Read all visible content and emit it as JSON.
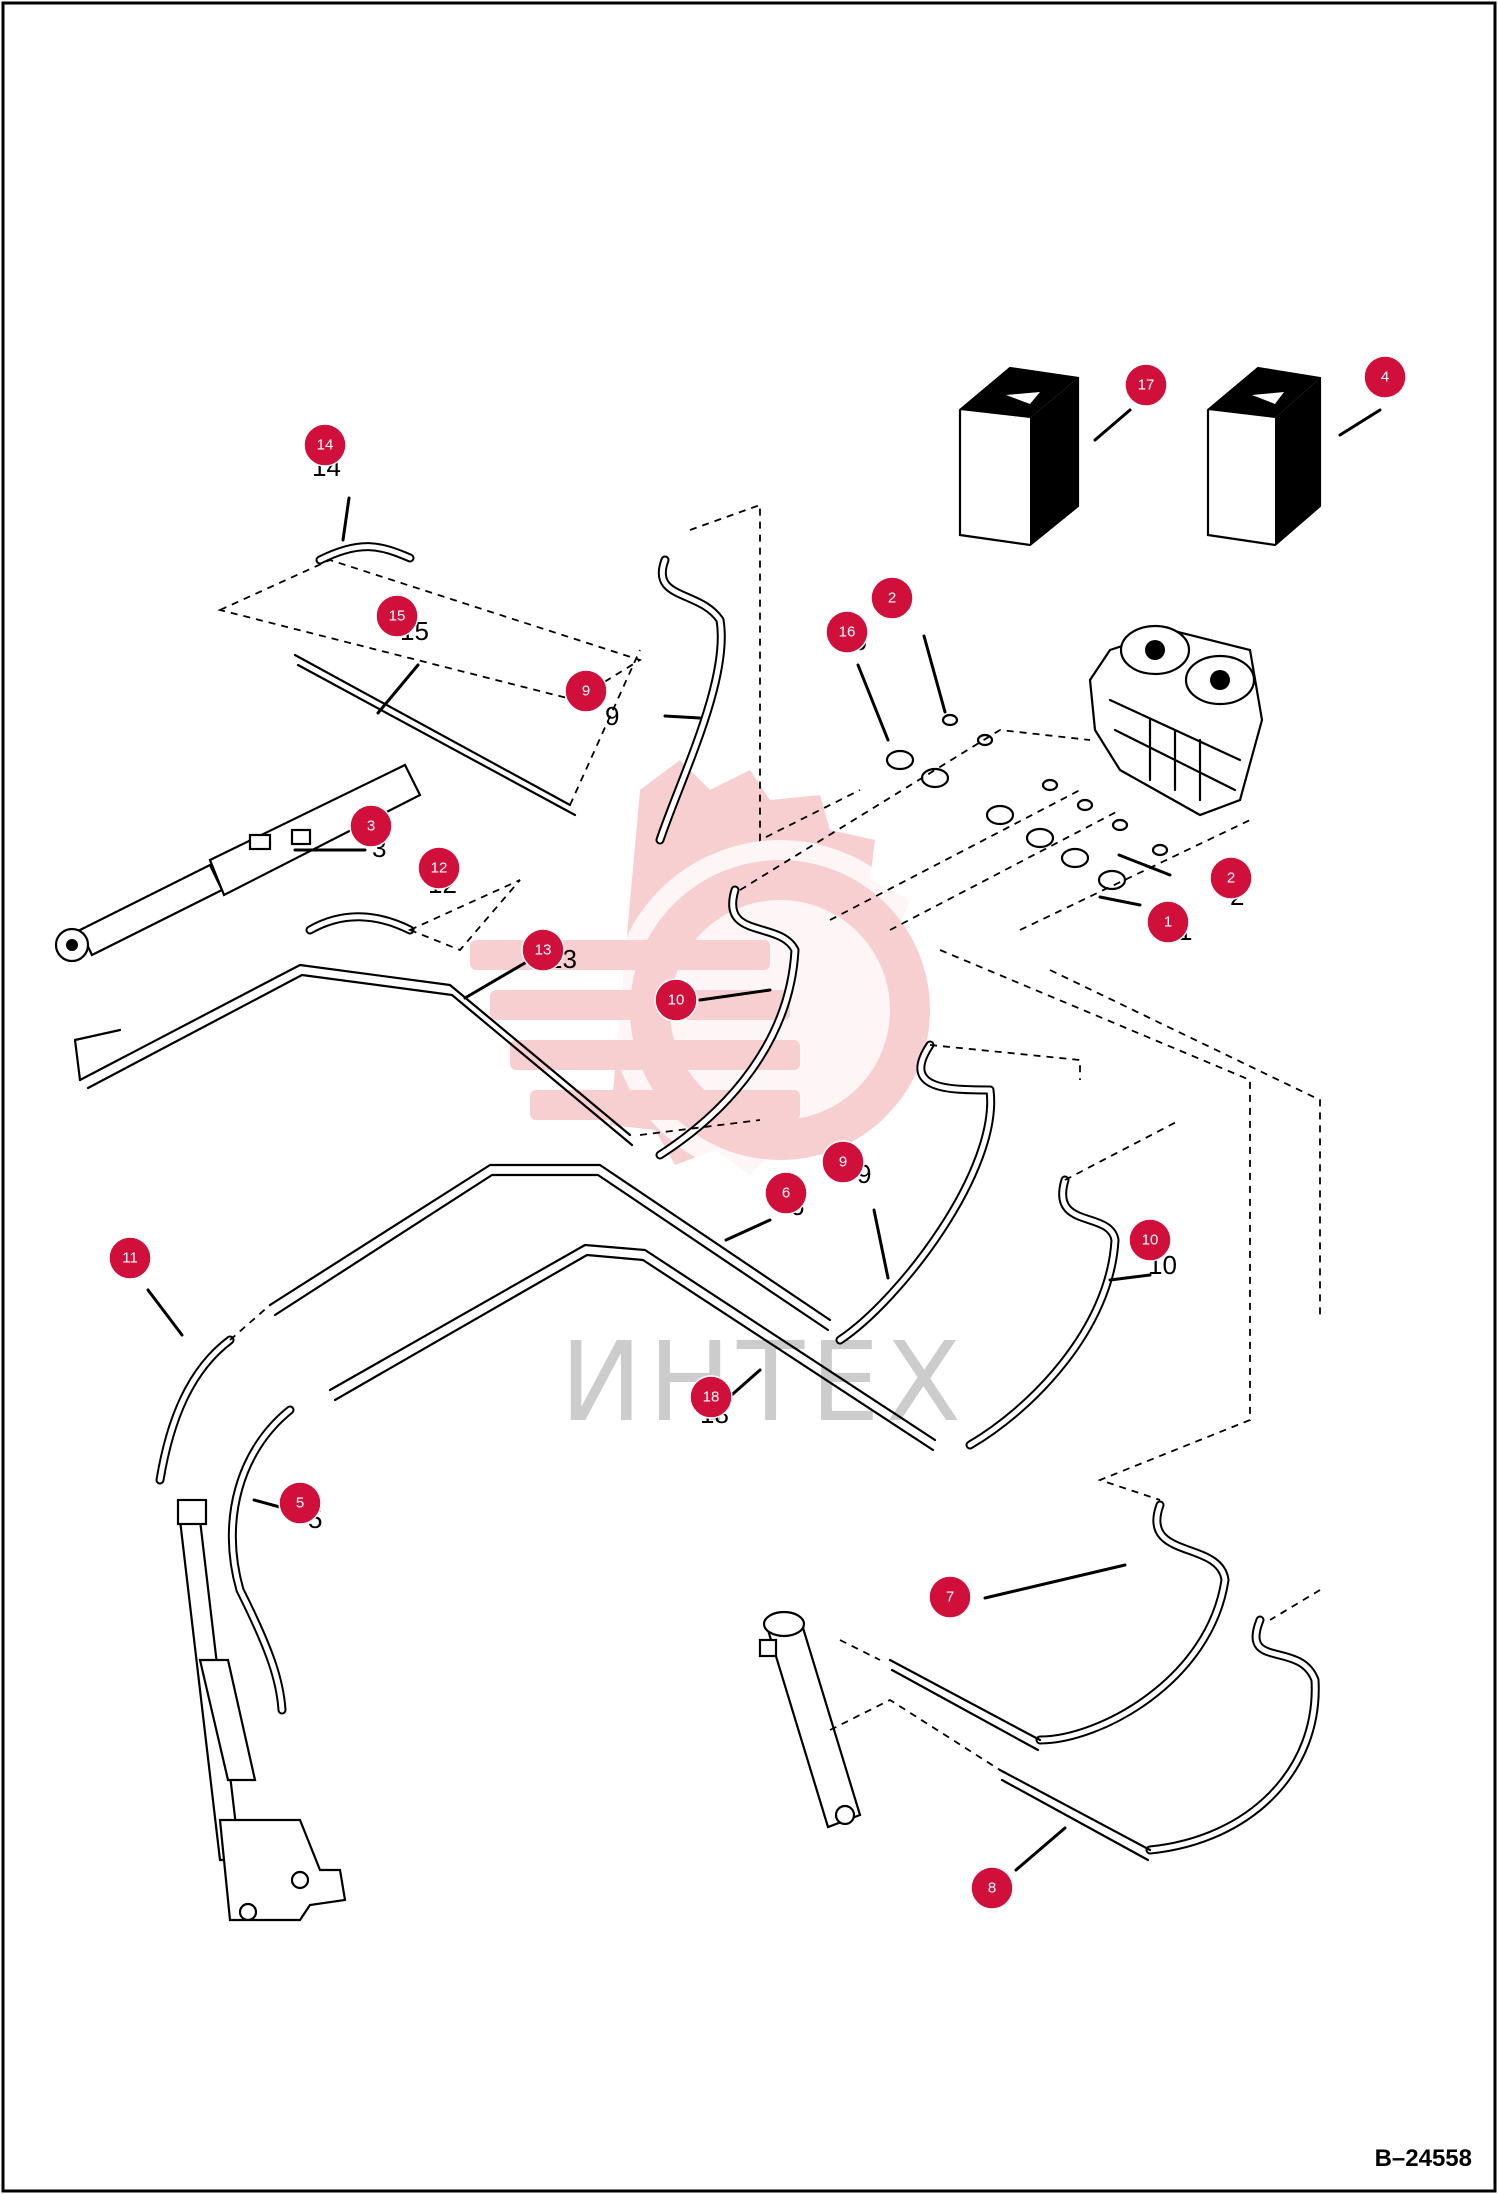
{
  "reference": "B–24558",
  "watermark": {
    "text": "ИНТЕХ"
  },
  "callouts": [
    {
      "number": "1"
    },
    {
      "number": "2"
    },
    {
      "number": "2"
    },
    {
      "number": "3"
    },
    {
      "number": "4"
    },
    {
      "number": "5"
    },
    {
      "number": "6"
    },
    {
      "number": "7"
    },
    {
      "number": "8"
    },
    {
      "number": "9"
    },
    {
      "number": "9"
    },
    {
      "number": "10"
    },
    {
      "number": "10"
    },
    {
      "number": "11"
    },
    {
      "number": "12"
    },
    {
      "number": "13"
    },
    {
      "number": "14"
    },
    {
      "number": "15"
    },
    {
      "number": "16"
    },
    {
      "number": "17"
    },
    {
      "number": "18"
    }
  ],
  "printed_numbers": [
    "14",
    "15",
    "9",
    "3",
    "12",
    "13",
    "2",
    "1",
    "9",
    "10",
    "6",
    "18",
    "5",
    "16"
  ],
  "colors": {
    "badge": "#d0103a",
    "line": "#000000",
    "watermark": "#f4c7c9"
  }
}
